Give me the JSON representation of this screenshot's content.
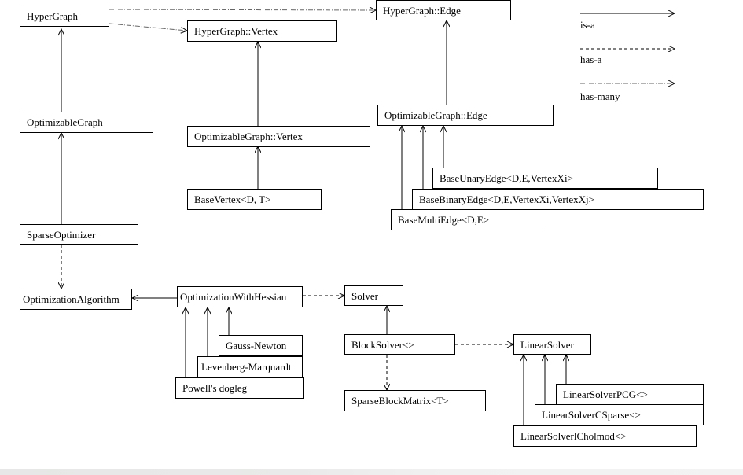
{
  "diagram": {
    "nodes": {
      "hypergraph": "HyperGraph",
      "hypergraph_vertex": "HyperGraph::Vertex",
      "hypergraph_edge": "HyperGraph::Edge",
      "optimizable_graph": "OptimizableGraph",
      "optimizable_graph_vertex": "OptimizableGraph::Vertex",
      "optimizable_graph_edge": "OptimizableGraph::Edge",
      "base_vertex": "BaseVertex<D, T>",
      "base_unary_edge": "BaseUnaryEdge<D,E,VertexXi>",
      "base_binary_edge": "BaseBinaryEdge<D,E,VertexXi,VertexXj>",
      "base_multi_edge": "BaseMultiEdge<D,E>",
      "sparse_optimizer": "SparseOptimizer",
      "optimization_algorithm": "OptimizationAlgorithm",
      "optimization_with_hessian": "OptimizationWithHessian",
      "gauss_newton": "Gauss-Newton",
      "levenberg_marquardt": "Levenberg-Marquardt",
      "powells_dogleg": "Powell's dogleg",
      "solver": "Solver",
      "block_solver": "BlockSolver<>",
      "sparse_block_matrix": "SparseBlockMatrix<T>",
      "linear_solver": "LinearSolver",
      "linear_solver_pcg": "LinearSolverPCG<>",
      "linear_solver_csparse": "LinearSolverCSparse<>",
      "linear_solver_cholmod": "LinearSolverlCholmod<>"
    },
    "legend": {
      "is_a": "is-a",
      "has_a": "has-a",
      "has_many": "has-many"
    },
    "relations": [
      {
        "from": "hypergraph",
        "to": "hypergraph_edge",
        "type": "has-many"
      },
      {
        "from": "hypergraph",
        "to": "hypergraph_vertex",
        "type": "has-many"
      },
      {
        "from": "optimizable_graph",
        "to": "hypergraph",
        "type": "is-a"
      },
      {
        "from": "optimizable_graph_vertex",
        "to": "hypergraph_vertex",
        "type": "is-a"
      },
      {
        "from": "optimizable_graph_edge",
        "to": "hypergraph_edge",
        "type": "is-a"
      },
      {
        "from": "base_vertex",
        "to": "optimizable_graph_vertex",
        "type": "is-a"
      },
      {
        "from": "base_unary_edge",
        "to": "optimizable_graph_edge",
        "type": "is-a"
      },
      {
        "from": "base_binary_edge",
        "to": "optimizable_graph_edge",
        "type": "is-a"
      },
      {
        "from": "base_multi_edge",
        "to": "optimizable_graph_edge",
        "type": "is-a"
      },
      {
        "from": "sparse_optimizer",
        "to": "optimizable_graph",
        "type": "is-a"
      },
      {
        "from": "sparse_optimizer",
        "to": "optimization_algorithm",
        "type": "has-a"
      },
      {
        "from": "optimization_with_hessian",
        "to": "optimization_algorithm",
        "type": "is-a"
      },
      {
        "from": "optimization_with_hessian",
        "to": "solver",
        "type": "has-a"
      },
      {
        "from": "gauss_newton",
        "to": "optimization_with_hessian",
        "type": "is-a"
      },
      {
        "from": "levenberg_marquardt",
        "to": "optimization_with_hessian",
        "type": "is-a"
      },
      {
        "from": "powells_dogleg",
        "to": "optimization_with_hessian",
        "type": "is-a"
      },
      {
        "from": "block_solver",
        "to": "solver",
        "type": "is-a"
      },
      {
        "from": "block_solver",
        "to": "sparse_block_matrix",
        "type": "has-a"
      },
      {
        "from": "block_solver",
        "to": "linear_solver",
        "type": "has-a"
      },
      {
        "from": "linear_solver_pcg",
        "to": "linear_solver",
        "type": "is-a"
      },
      {
        "from": "linear_solver_csparse",
        "to": "linear_solver",
        "type": "is-a"
      },
      {
        "from": "linear_solver_cholmod",
        "to": "linear_solver",
        "type": "is-a"
      }
    ]
  }
}
